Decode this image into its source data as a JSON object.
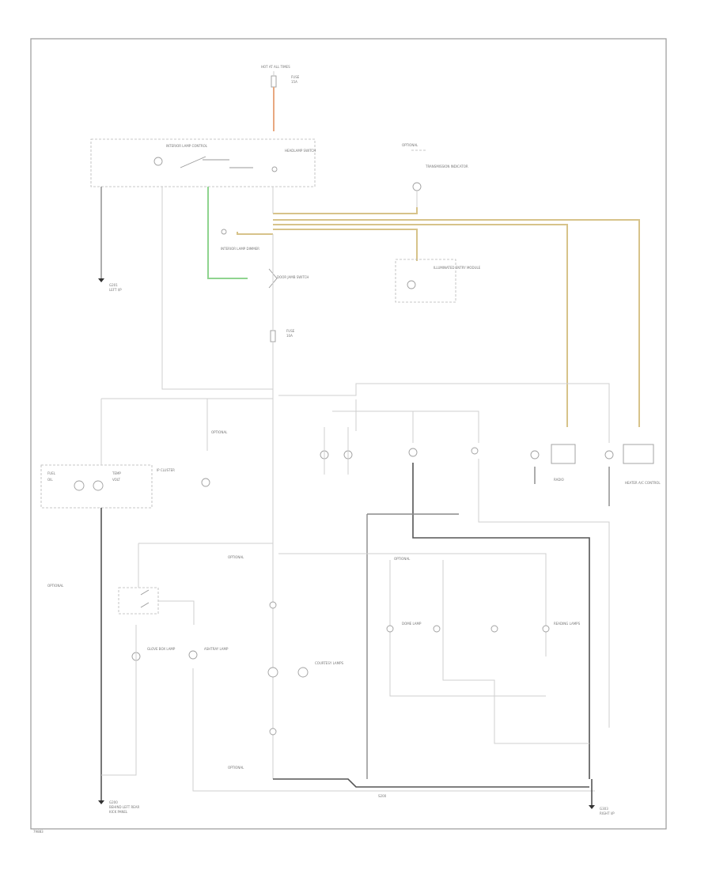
{
  "diagram": {
    "footer_code": "79883",
    "top_fuse": [
      "HOT AT ALL TIMES",
      "FUSE",
      "15A"
    ],
    "headlamp_switch_label": [
      "HEADLAMP SWITCH",
      "INTERIOR LAMP CONTROL"
    ],
    "optional_top": "OPTIONAL",
    "transmission_indicator_label": [
      "TRANSMISSION INDICATOR"
    ],
    "dimmer_label": [
      "INTERIOR LAMP DIMMER"
    ],
    "entry_module_label": [
      "ILLUMINATED ENTRY MODULE"
    ],
    "door_switch_label": [
      "DOOR JAMB SWITCH"
    ],
    "ground_left_top": [
      "G201",
      "LEFT I/P"
    ],
    "fuse_mid": [
      "FUSE",
      "10A"
    ],
    "optional_left_mid": "OPTIONAL",
    "optional_left_low": "OPTIONAL",
    "optional_center": "OPTIONAL",
    "optional_center_low": "OPTIONAL",
    "optional_right": "OPTIONAL",
    "left_cluster": [
      "IP CLUSTER",
      "FUEL",
      "OIL",
      "TEMP",
      "VOLT"
    ],
    "right_cluster": [
      "RADIO",
      "HEATER A/C CONTROL"
    ],
    "lower_labels": [
      "GLOVE BOX LAMP",
      "ASHTRAY LAMP",
      "COURTESY LAMPS",
      "DOME LAMP",
      "READING LAMPS"
    ],
    "ground_bottom_left": [
      "G200",
      "BEHIND LEFT REAR",
      "KICK PANEL"
    ],
    "ground_bottom_right": [
      "G303",
      "RIGHT I/P"
    ],
    "splice": "S200"
  }
}
